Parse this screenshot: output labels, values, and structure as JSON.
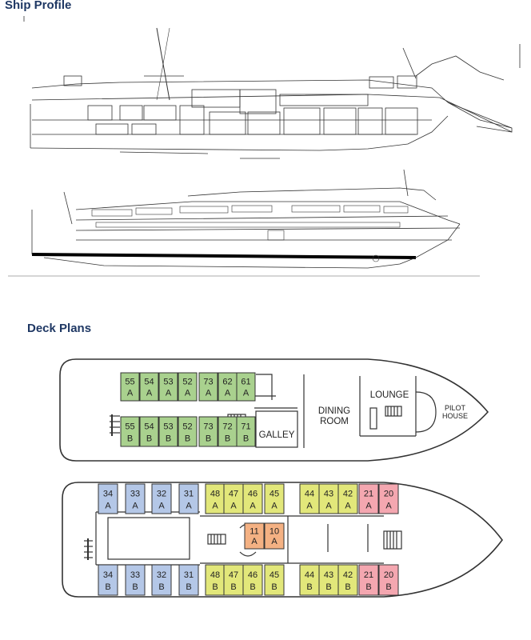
{
  "headings": {
    "ship_profile": "Ship Profile",
    "deck_plans": "Deck Plans"
  },
  "colors": {
    "heading": "#1f3864",
    "green_cabin": "#a9d18e",
    "blue_cabin": "#b4c7e7",
    "yellow_cabin": "#e2e77a",
    "orange_cabin": "#f4b183",
    "pink_cabin": "#f4a7b0"
  },
  "upper_deck": {
    "rooms": {
      "dining": [
        "DINING",
        "ROOM"
      ],
      "lounge": "LOUNGE",
      "galley": "GALLEY",
      "pilot": [
        "PILOT",
        "HOUSE"
      ]
    },
    "cabins_top": [
      {
        "num": "55",
        "side": "A",
        "color": "green"
      },
      {
        "num": "54",
        "side": "A",
        "color": "green"
      },
      {
        "num": "53",
        "side": "A",
        "color": "green"
      },
      {
        "num": "52",
        "side": "A",
        "color": "green"
      },
      {
        "num": "73",
        "side": "A",
        "color": "green"
      },
      {
        "num": "62",
        "side": "A",
        "color": "green"
      },
      {
        "num": "61",
        "side": "A",
        "color": "green"
      }
    ],
    "cabins_bottom": [
      {
        "num": "55",
        "side": "B",
        "color": "green"
      },
      {
        "num": "54",
        "side": "B",
        "color": "green"
      },
      {
        "num": "53",
        "side": "B",
        "color": "green"
      },
      {
        "num": "52",
        "side": "B",
        "color": "green"
      },
      {
        "num": "73",
        "side": "B",
        "color": "green"
      },
      {
        "num": "72",
        "side": "B",
        "color": "green"
      },
      {
        "num": "71",
        "side": "B",
        "color": "green"
      }
    ]
  },
  "lower_deck": {
    "cabins_top": [
      {
        "num": "34",
        "side": "A",
        "color": "blue"
      },
      {
        "num": "33",
        "side": "A",
        "color": "blue"
      },
      {
        "num": "32",
        "side": "A",
        "color": "blue"
      },
      {
        "num": "31",
        "side": "A",
        "color": "blue"
      },
      {
        "num": "48",
        "side": "A",
        "color": "yellow"
      },
      {
        "num": "47",
        "side": "A",
        "color": "yellow"
      },
      {
        "num": "46",
        "side": "A",
        "color": "yellow"
      },
      {
        "num": "45",
        "side": "A",
        "color": "yellow"
      },
      {
        "num": "44",
        "side": "A",
        "color": "yellow"
      },
      {
        "num": "43",
        "side": "A",
        "color": "yellow"
      },
      {
        "num": "42",
        "side": "A",
        "color": "yellow"
      },
      {
        "num": "21",
        "side": "A",
        "color": "pink"
      },
      {
        "num": "20",
        "side": "A",
        "color": "pink"
      }
    ],
    "cabins_middle": [
      {
        "num": "11",
        "side": "A",
        "color": "orange"
      },
      {
        "num": "10",
        "side": "A",
        "color": "orange"
      }
    ],
    "cabins_bottom": [
      {
        "num": "34",
        "side": "B",
        "color": "blue"
      },
      {
        "num": "33",
        "side": "B",
        "color": "blue"
      },
      {
        "num": "32",
        "side": "B",
        "color": "blue"
      },
      {
        "num": "31",
        "side": "B",
        "color": "blue"
      },
      {
        "num": "48",
        "side": "B",
        "color": "yellow"
      },
      {
        "num": "47",
        "side": "B",
        "color": "yellow"
      },
      {
        "num": "46",
        "side": "B",
        "color": "yellow"
      },
      {
        "num": "45",
        "side": "B",
        "color": "yellow"
      },
      {
        "num": "44",
        "side": "B",
        "color": "yellow"
      },
      {
        "num": "43",
        "side": "B",
        "color": "yellow"
      },
      {
        "num": "42",
        "side": "B",
        "color": "yellow"
      },
      {
        "num": "21",
        "side": "B",
        "color": "pink"
      },
      {
        "num": "20",
        "side": "B",
        "color": "pink"
      }
    ]
  }
}
